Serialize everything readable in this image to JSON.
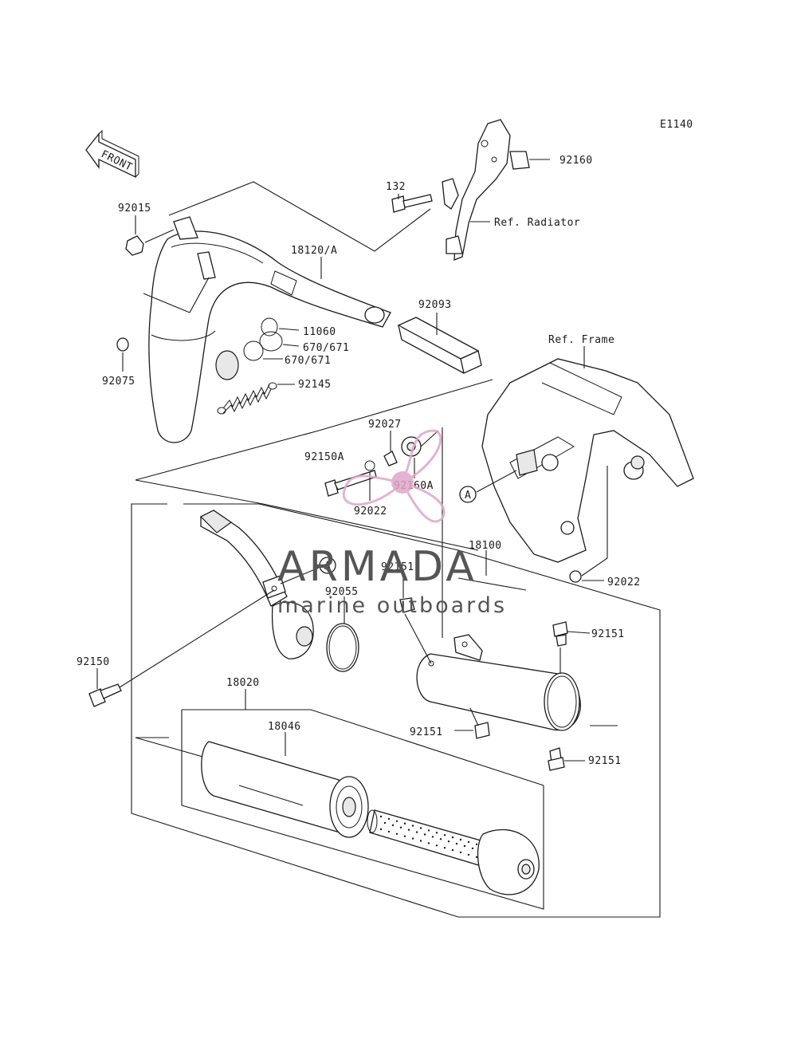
{
  "diagram_code": "E1140",
  "front_arrow_label": "FRONT",
  "ref_labels": {
    "radiator": "Ref. Radiator",
    "frame": "Ref. Frame"
  },
  "marker_letter": "A",
  "part_numbers": {
    "p92160": "92160",
    "p132": "132",
    "p92015": "92015",
    "p18120A": "18120/A",
    "p11060": "11060",
    "p670_671_a": "670/671",
    "p670_671_b": "670/671",
    "p92075": "92075",
    "p92145": "92145",
    "p92093": "92093",
    "p92027": "92027",
    "p92150A": "92150A",
    "p92160A": "92160A",
    "p92022_a": "92022",
    "p18100": "18100",
    "p92151_a": "92151",
    "p92055": "92055",
    "p92022_b": "92022",
    "p92151_b": "92151",
    "p92150": "92150",
    "p18020": "18020",
    "p18046": "18046",
    "p92151_c": "92151",
    "p92151_d": "92151"
  },
  "watermark": {
    "title": "ARMADA",
    "subtitle": "marine outboards",
    "color_text": "#555555",
    "color_logo": "#e0a6c8"
  }
}
